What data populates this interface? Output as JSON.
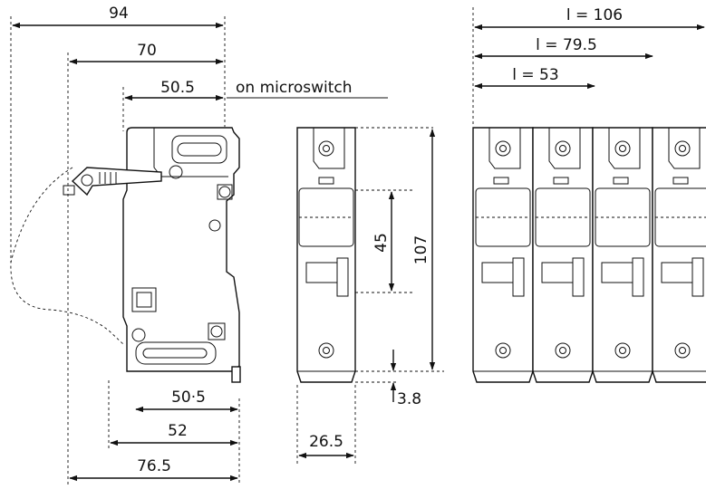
{
  "dimensions": {
    "d94": "94",
    "d70": "70",
    "d50_5_top": "50.5",
    "microswitch_note": "on microswitch",
    "d50_5_bottom": "50·5",
    "d52": "52",
    "d76_5": "76.5",
    "d45": "45",
    "d107": "107",
    "d3_8": "3.8",
    "d26_5": "26.5",
    "l106": "l = 106",
    "l79_5": "l = 79.5",
    "l53": "l = 53"
  },
  "colors": {
    "ink": "#111111",
    "background": "#ffffff"
  }
}
